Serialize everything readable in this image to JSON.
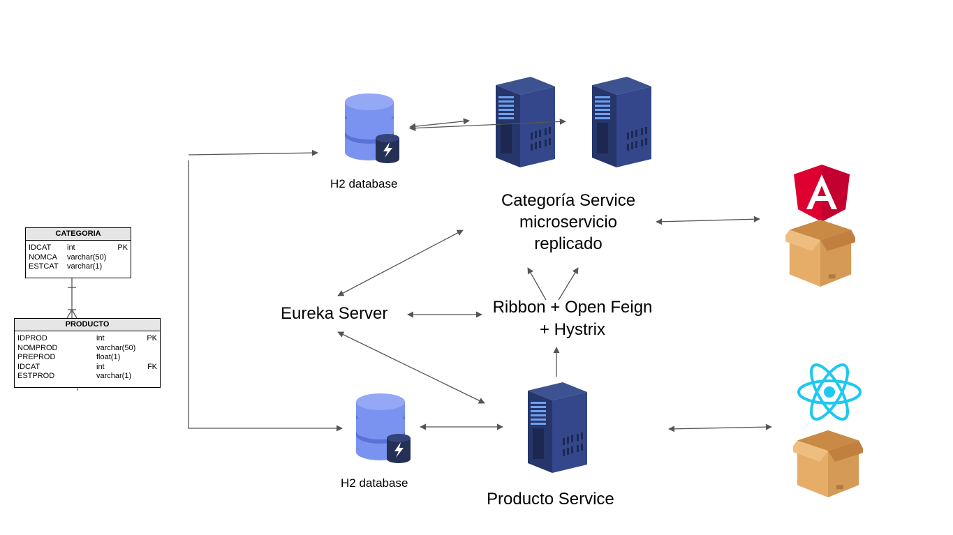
{
  "labels": {
    "db_top": "H2 database",
    "db_bottom": "H2 database",
    "categoria_service": [
      "Categoría Service",
      "microservicio",
      "replicado"
    ],
    "eureka": "Eureka Server",
    "ribbon": [
      "Ribbon + Open Feign",
      "+ Hystrix"
    ],
    "producto_service": "Producto Service"
  },
  "er": {
    "categoria": {
      "title": "CATEGORIA",
      "rows": [
        {
          "name": "IDCAT",
          "type": "int",
          "key": "PK"
        },
        {
          "name": "NOMCA",
          "type": "varchar(50)",
          "key": ""
        },
        {
          "name": "ESTCAT",
          "type": "varchar(1)",
          "key": ""
        }
      ]
    },
    "producto": {
      "title": "PRODUCTO",
      "rows": [
        {
          "name": "IDPROD",
          "type": "int",
          "key": "PK"
        },
        {
          "name": "NOMPROD",
          "type": "varchar(50)",
          "key": ""
        },
        {
          "name": "PREPROD",
          "type": "float(1)",
          "key": ""
        },
        {
          "name": "IDCAT",
          "type": "int",
          "key": "FK"
        },
        {
          "name": "ESTPROD",
          "type": "varchar(1)",
          "key": ""
        }
      ]
    }
  },
  "icons": {
    "angular": "angular-logo-icon",
    "react": "react-logo-icon",
    "box": "box-icon",
    "server": "server-rack-icon",
    "database": "h2-database-icon"
  },
  "colors": {
    "arrow": "#555555",
    "server_body": "#2c3e73",
    "server_light": "#5d8ee6",
    "db_blue": "#7b93f0",
    "db_dark": "#243056",
    "angular_red": "#dd0031",
    "react_cyan": "#1ec8f0",
    "box": "#d9a05b"
  }
}
